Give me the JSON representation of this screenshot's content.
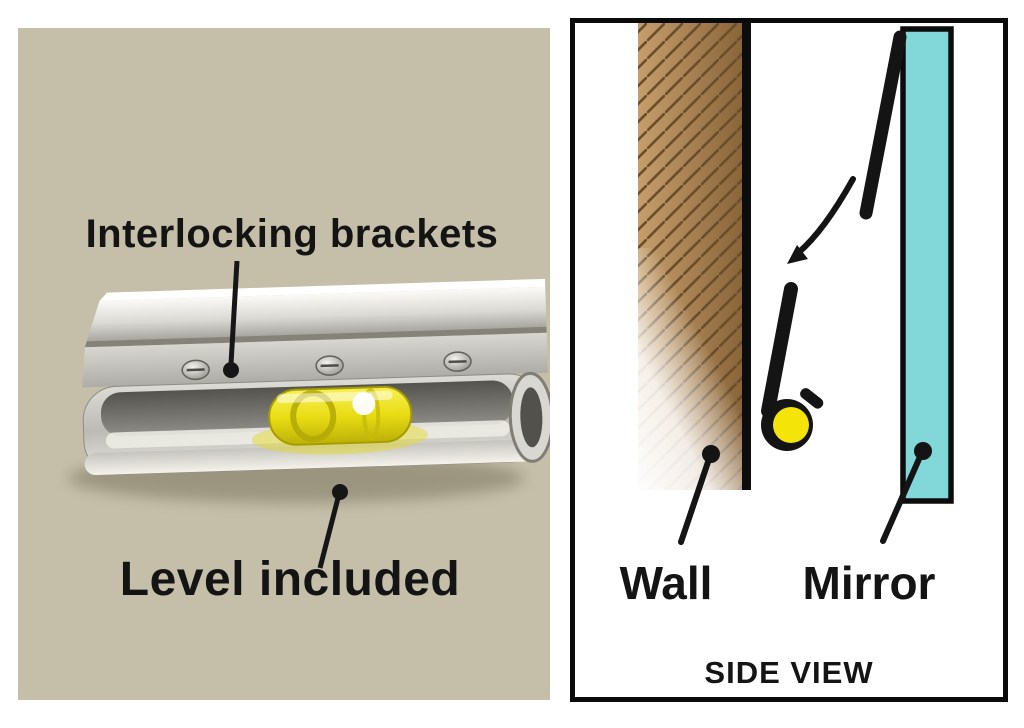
{
  "left_panel": {
    "title": "Interlocking brackets",
    "caption": "Level included"
  },
  "right_panel": {
    "wall_label": "Wall",
    "mirror_label": "Mirror",
    "view_label": "SIDE VIEW"
  },
  "colors": {
    "panel_background": "#c5bfa9",
    "outline": "#141414",
    "wall_brown_light": "#c59e6b",
    "wall_brown_dark": "#8a653a",
    "wall_hatch": "#6b4d29",
    "mirror_teal": "#82d8d8",
    "level_yellow": "#f4e408",
    "metal_light": "#f2f1ee",
    "metal_dark": "#a8a6a0"
  }
}
